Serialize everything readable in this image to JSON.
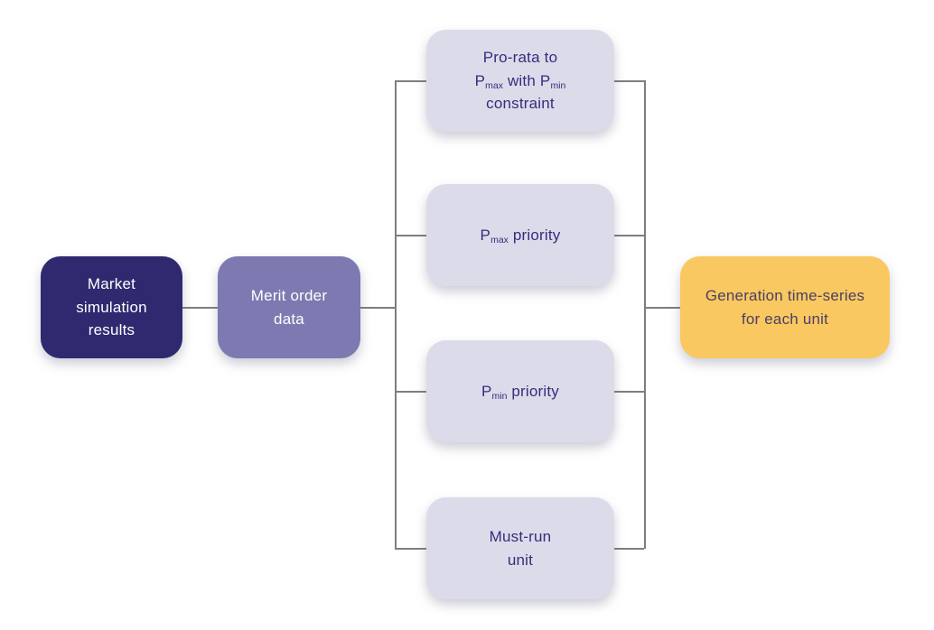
{
  "palette": {
    "dark_purple": "#2f2a70",
    "medium_purple": "#7c7ab0",
    "light_lavender": "#dcdbe9",
    "yellow": "#f9c860",
    "text_white": "#ffffff",
    "text_indigo": "#352d7e",
    "text_on_yellow": "#4c4065",
    "connector_gray": "#7e7e7e",
    "background": "#ffffff"
  },
  "diagram": {
    "nodes": {
      "market": {
        "fill": "dark_purple",
        "text_color": "text_white",
        "label_plain": "Market simulation results",
        "label": [
          {
            "text": "Market"
          },
          {
            "br": true
          },
          {
            "text": "simulation"
          },
          {
            "br": true
          },
          {
            "text": "results"
          }
        ]
      },
      "merit": {
        "fill": "medium_purple",
        "text_color": "text_white",
        "label_plain": "Merit order data",
        "label": [
          {
            "text": "Merit order"
          },
          {
            "br": true
          },
          {
            "text": "data"
          }
        ]
      },
      "prorata": {
        "fill": "light_lavender",
        "text_color": "text_indigo",
        "label_plain": "Pro-rata to Pmax with Pmin constraint",
        "label": [
          {
            "text": "Pro-rata to"
          },
          {
            "br": true
          },
          {
            "text": "P"
          },
          {
            "sub": "max"
          },
          {
            "text": " with P"
          },
          {
            "sub": "min"
          },
          {
            "br": true
          },
          {
            "text": "constraint"
          }
        ]
      },
      "pmax": {
        "fill": "light_lavender",
        "text_color": "text_indigo",
        "label_plain": "Pmax priority",
        "label": [
          {
            "text": "P"
          },
          {
            "sub": "max"
          },
          {
            "text": " priority"
          }
        ]
      },
      "pmin": {
        "fill": "light_lavender",
        "text_color": "text_indigo",
        "label_plain": "Pmin priority",
        "label": [
          {
            "text": "P"
          },
          {
            "sub": "min"
          },
          {
            "text": " priority"
          }
        ]
      },
      "mustrun": {
        "fill": "light_lavender",
        "text_color": "text_indigo",
        "label_plain": "Must-run unit",
        "label": [
          {
            "text": "Must-run"
          },
          {
            "br": true
          },
          {
            "text": "unit"
          }
        ]
      },
      "output": {
        "fill": "yellow",
        "text_color": "text_on_yellow",
        "label_plain": "Generation time-series for each unit",
        "label": [
          {
            "text": "Generation time-series"
          },
          {
            "br": true
          },
          {
            "text": "for each unit"
          }
        ]
      }
    },
    "edges": [
      "market -> merit",
      "merit -> split",
      "split -> prorata",
      "split -> pmax",
      "split -> pmin",
      "split -> mustrun",
      "prorata -> merge",
      "pmax -> merge",
      "pmin -> merge",
      "mustrun -> merge",
      "merge -> output"
    ]
  }
}
